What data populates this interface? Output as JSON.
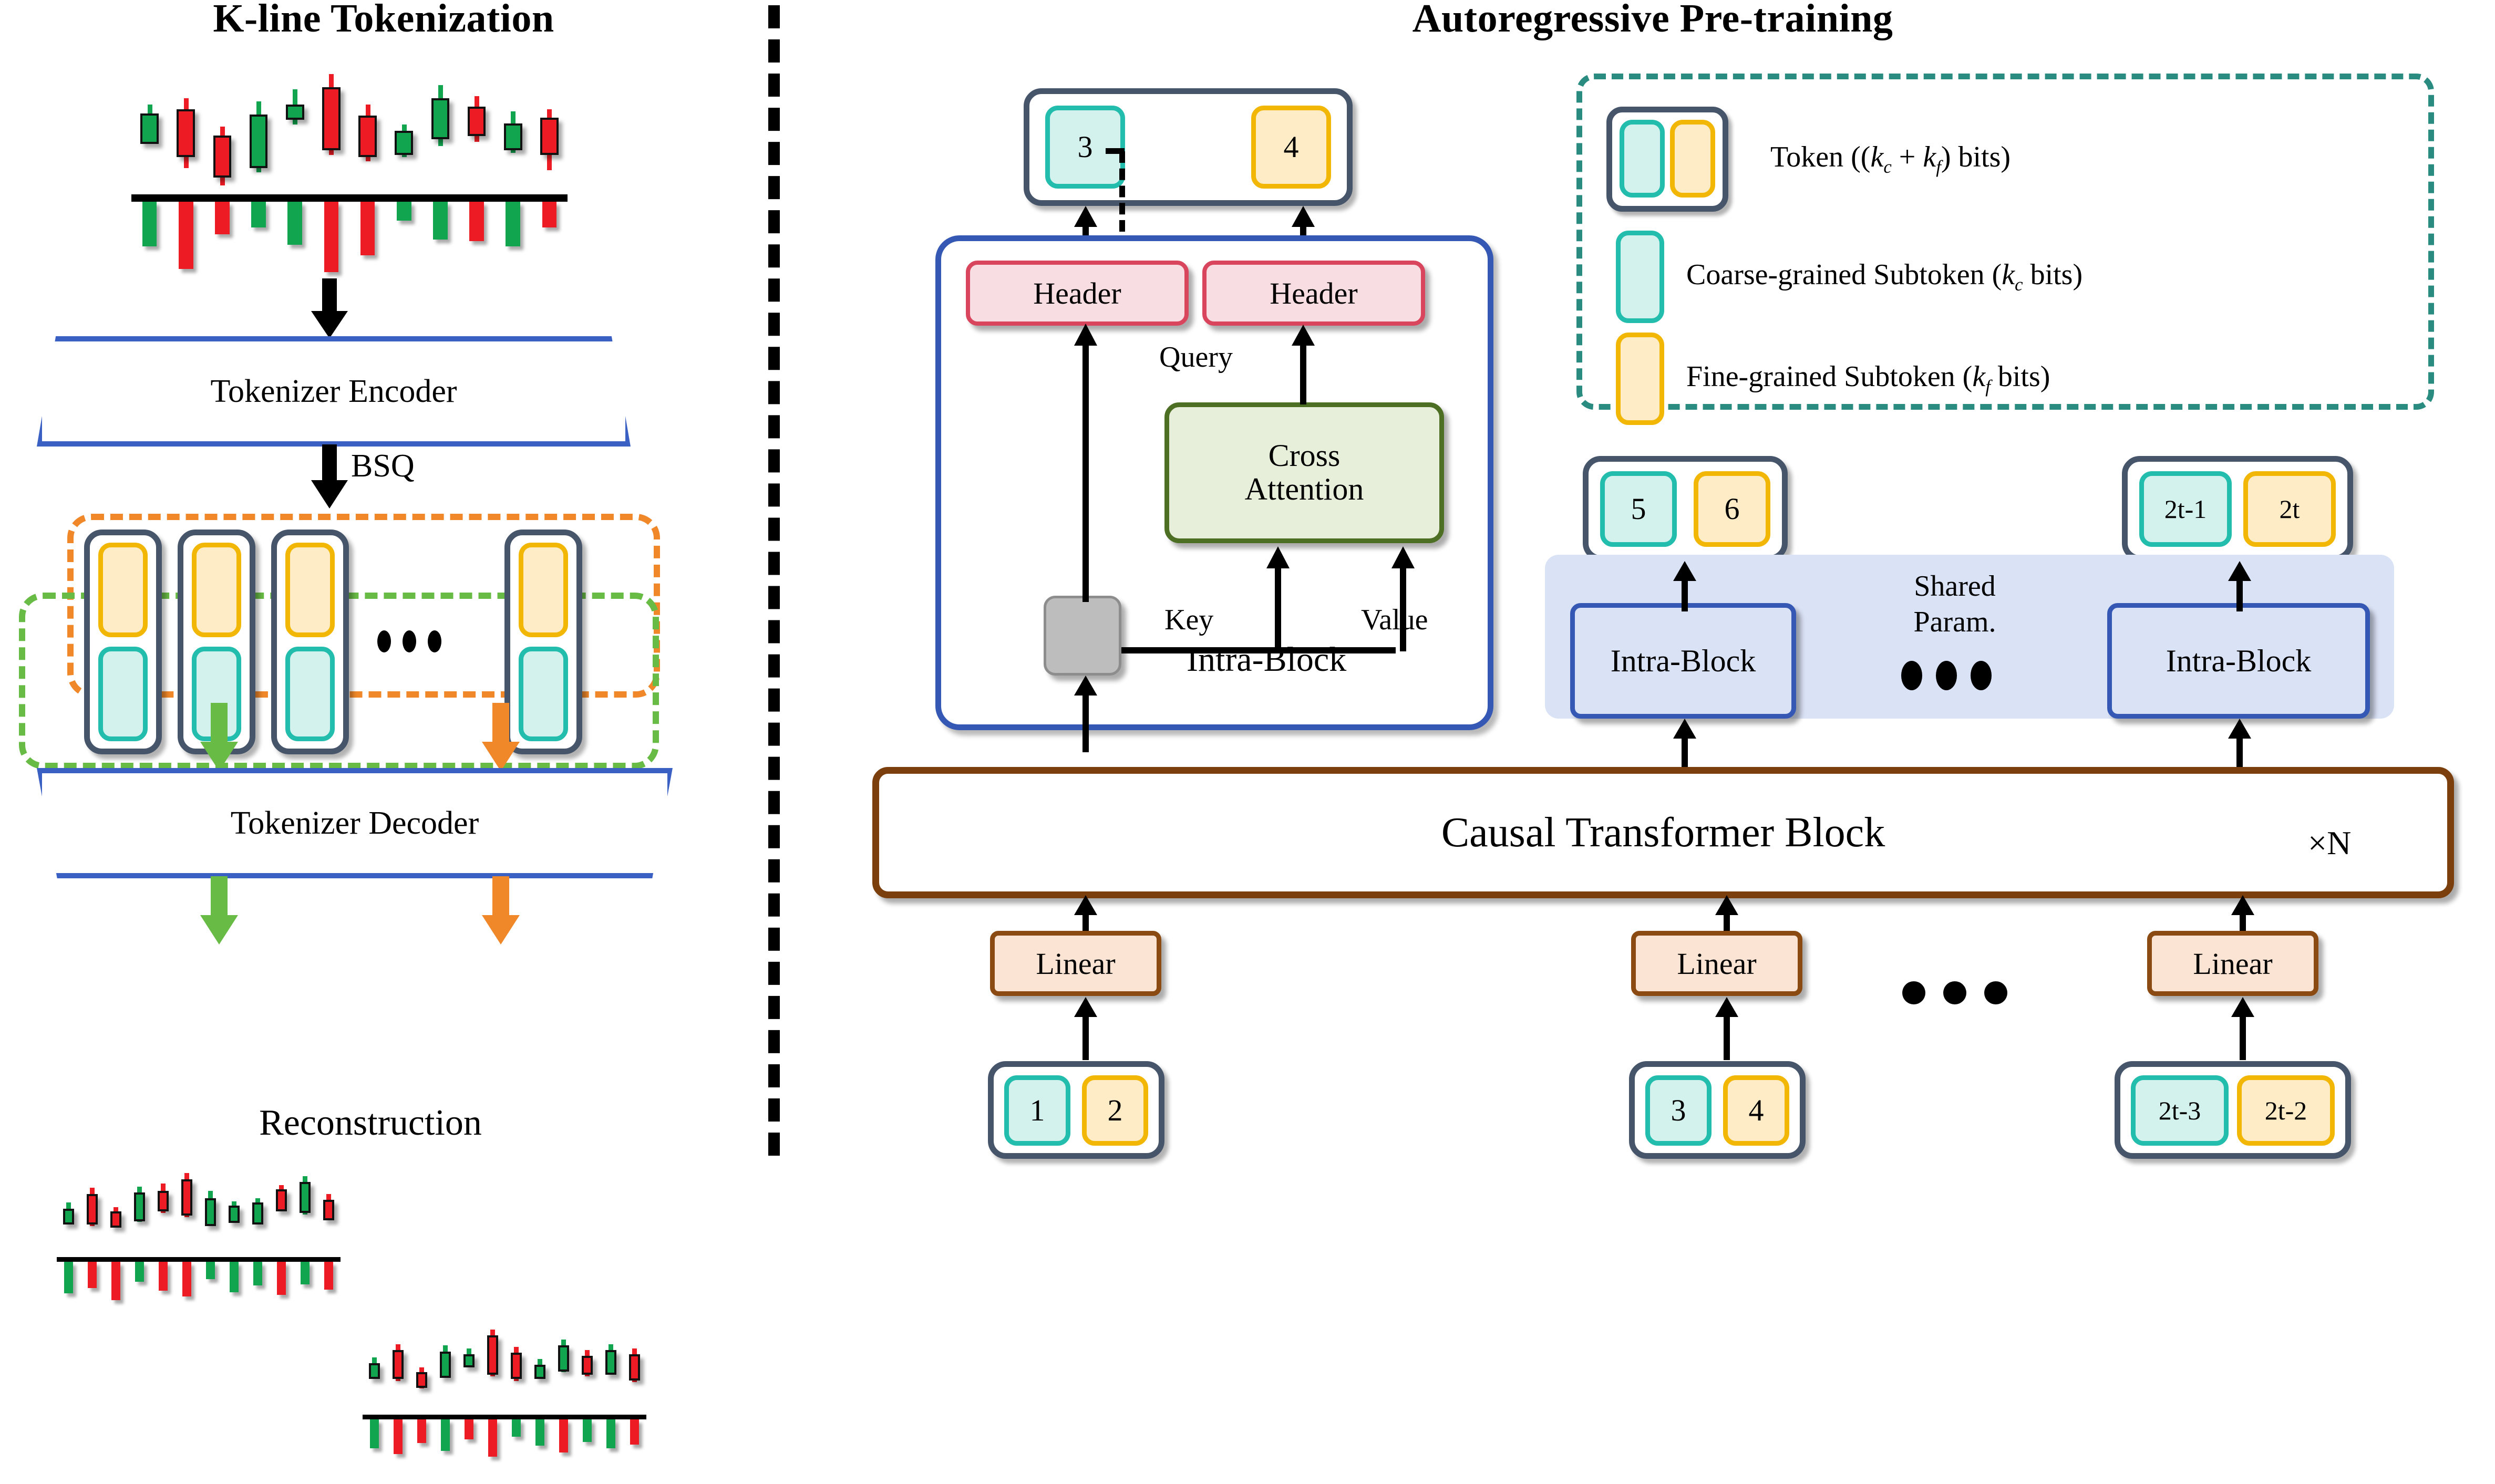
{
  "panels": {
    "left_title": "K-line Tokenization",
    "right_title": "Autoregressive Pre-training"
  },
  "left": {
    "encoder_label": "Tokenizer Encoder",
    "decoder_label": "Tokenizer Decoder",
    "quantizer_label": "BSQ",
    "reconstruction_label": "Reconstruction",
    "token_grid": {
      "visible_columns": 4,
      "ellipsis": "•••",
      "outer_group_color": "#f0882a",
      "inner_group_color": "#68bb45",
      "row_top": "fine-grained",
      "row_bottom": "coarse-grained"
    },
    "chart": {
      "type": "candlestick",
      "series_name": "K-line",
      "up_color": "#12a550",
      "down_color": "#ed1c24",
      "candles": [
        {
          "dir": "up",
          "hi": 38,
          "lo": 74,
          "o": 70,
          "c": 46
        },
        {
          "dir": "dn",
          "hi": 32,
          "lo": 96,
          "o": 42,
          "c": 82
        },
        {
          "dir": "dn",
          "hi": 58,
          "lo": 112,
          "o": 66,
          "c": 101
        },
        {
          "dir": "up",
          "hi": 35,
          "lo": 100,
          "o": 92,
          "c": 47
        },
        {
          "dir": "up",
          "hi": 24,
          "lo": 56,
          "o": 48,
          "c": 38
        },
        {
          "dir": "dn",
          "hi": 10,
          "lo": 84,
          "o": 22,
          "c": 76
        },
        {
          "dir": "dn",
          "hi": 38,
          "lo": 90,
          "o": 48,
          "c": 82
        },
        {
          "dir": "up",
          "hi": 56,
          "lo": 86,
          "o": 80,
          "c": 62
        },
        {
          "dir": "up",
          "hi": 20,
          "lo": 76,
          "o": 66,
          "c": 32
        },
        {
          "dir": "dn",
          "hi": 30,
          "lo": 72,
          "o": 40,
          "c": 63
        },
        {
          "dir": "up",
          "hi": 44,
          "lo": 82,
          "o": 76,
          "c": 55
        },
        {
          "dir": "dn",
          "hi": 42,
          "lo": 98,
          "o": 50,
          "c": 80
        }
      ],
      "volumes": [
        {
          "dir": "up",
          "h": 52
        },
        {
          "dir": "dn",
          "h": 78
        },
        {
          "dir": "dn",
          "h": 38
        },
        {
          "dir": "up",
          "h": 30
        },
        {
          "dir": "up",
          "h": 50
        },
        {
          "dir": "dn",
          "h": 82
        },
        {
          "dir": "dn",
          "h": 62
        },
        {
          "dir": "up",
          "h": 22
        },
        {
          "dir": "up",
          "h": 44
        },
        {
          "dir": "dn",
          "h": 46
        },
        {
          "dir": "up",
          "h": 52
        },
        {
          "dir": "dn",
          "h": 30
        }
      ]
    },
    "recon_left": {
      "candles": [
        {
          "dir": "up",
          "hi": 46,
          "lo": 74,
          "o": 70,
          "c": 54
        },
        {
          "dir": "dn",
          "hi": 26,
          "lo": 78,
          "o": 34,
          "c": 70
        },
        {
          "dir": "dn",
          "hi": 52,
          "lo": 80,
          "o": 58,
          "c": 74
        },
        {
          "dir": "up",
          "hi": 24,
          "lo": 72,
          "o": 66,
          "c": 32
        },
        {
          "dir": "dn",
          "hi": 20,
          "lo": 60,
          "o": 30,
          "c": 52
        },
        {
          "dir": "dn",
          "hi": 6,
          "lo": 66,
          "o": 14,
          "c": 58
        },
        {
          "dir": "up",
          "hi": 30,
          "lo": 78,
          "o": 72,
          "c": 40
        },
        {
          "dir": "up",
          "hi": 44,
          "lo": 72,
          "o": 68,
          "c": 50
        },
        {
          "dir": "up",
          "hi": 40,
          "lo": 76,
          "o": 70,
          "c": 46
        },
        {
          "dir": "dn",
          "hi": 22,
          "lo": 58,
          "o": 28,
          "c": 52
        },
        {
          "dir": "up",
          "hi": 10,
          "lo": 62,
          "o": 54,
          "c": 18
        },
        {
          "dir": "dn",
          "hi": 34,
          "lo": 70,
          "o": 42,
          "c": 64
        }
      ],
      "volumes": [
        {
          "dir": "up",
          "h": 48
        },
        {
          "dir": "dn",
          "h": 40
        },
        {
          "dir": "dn",
          "h": 58
        },
        {
          "dir": "up",
          "h": 30
        },
        {
          "dir": "dn",
          "h": 44
        },
        {
          "dir": "dn",
          "h": 52
        },
        {
          "dir": "up",
          "h": 26
        },
        {
          "dir": "up",
          "h": 46
        },
        {
          "dir": "up",
          "h": 36
        },
        {
          "dir": "dn",
          "h": 50
        },
        {
          "dir": "up",
          "h": 34
        },
        {
          "dir": "dn",
          "h": 42
        }
      ]
    },
    "recon_right": {
      "candles": [
        {
          "dir": "up",
          "hi": 42,
          "lo": 70,
          "o": 66,
          "c": 50
        },
        {
          "dir": "dn",
          "hi": 24,
          "lo": 74,
          "o": 32,
          "c": 66
        },
        {
          "dir": "dn",
          "hi": 56,
          "lo": 84,
          "o": 62,
          "c": 78
        },
        {
          "dir": "up",
          "hi": 26,
          "lo": 70,
          "o": 64,
          "c": 34
        },
        {
          "dir": "up",
          "hi": 30,
          "lo": 56,
          "o": 50,
          "c": 38
        },
        {
          "dir": "dn",
          "hi": 4,
          "lo": 68,
          "o": 12,
          "c": 60
        },
        {
          "dir": "dn",
          "hi": 28,
          "lo": 74,
          "o": 36,
          "c": 66
        },
        {
          "dir": "up",
          "hi": 44,
          "lo": 70,
          "o": 66,
          "c": 52
        },
        {
          "dir": "up",
          "hi": 18,
          "lo": 62,
          "o": 56,
          "c": 26
        },
        {
          "dir": "dn",
          "hi": 32,
          "lo": 68,
          "o": 40,
          "c": 60
        },
        {
          "dir": "up",
          "hi": 24,
          "lo": 66,
          "o": 60,
          "c": 32
        },
        {
          "dir": "dn",
          "hi": 30,
          "lo": 76,
          "o": 38,
          "c": 68
        }
      ],
      "volumes": [
        {
          "dir": "up",
          "h": 44
        },
        {
          "dir": "dn",
          "h": 52
        },
        {
          "dir": "dn",
          "h": 36
        },
        {
          "dir": "up",
          "h": 48
        },
        {
          "dir": "dn",
          "h": 30
        },
        {
          "dir": "dn",
          "h": 56
        },
        {
          "dir": "up",
          "h": 26
        },
        {
          "dir": "up",
          "h": 40
        },
        {
          "dir": "dn",
          "h": 50
        },
        {
          "dir": "up",
          "h": 34
        },
        {
          "dir": "up",
          "h": 44
        },
        {
          "dir": "dn",
          "h": 38
        }
      ]
    }
  },
  "right": {
    "output_token": {
      "coarse": "3",
      "fine": "4"
    },
    "intra_block_detail": {
      "header_left": "Header",
      "header_right": "Header",
      "cross_attention": "Cross\nAttention",
      "cross_attention_line1": "Cross",
      "cross_attention_line2": "Attention",
      "query_label": "Query",
      "key_label": "Key",
      "value_label": "Value",
      "block_label": "Intra-Block"
    },
    "shared_row": {
      "label_line1": "Shared",
      "label_line2": "Param.",
      "ellipsis": "•••",
      "blocks": [
        {
          "name": "Intra-Block",
          "output": {
            "coarse": "5",
            "fine": "6"
          }
        },
        {
          "name": "Intra-Block",
          "output": {
            "coarse": "2t-1",
            "fine": "2t"
          }
        }
      ]
    },
    "transformer": {
      "label": "Causal Transformer Block",
      "repeat": "×N"
    },
    "linear_label": "Linear",
    "bottom_ellipsis": "•••",
    "input_tokens": [
      {
        "coarse": "1",
        "fine": "2"
      },
      {
        "coarse": "3",
        "fine": "4"
      },
      {
        "coarse": "2t-3",
        "fine": "2t-2"
      }
    ],
    "legend": {
      "items": [
        {
          "kind": "token",
          "text_prefix": "Token ((",
          "text_suffix": ") bits)",
          "vars": [
            "k_c",
            "k_f"
          ]
        },
        {
          "kind": "coarse",
          "text_prefix": "Coarse-grained Subtoken (",
          "text_suffix": " bits)",
          "vars": [
            "k_c"
          ]
        },
        {
          "kind": "fine",
          "text_prefix": "Fine-grained Subtoken (",
          "text_suffix": " bits)",
          "vars": [
            "k_f"
          ]
        }
      ]
    }
  },
  "colors": {
    "coarse_fill": "#d3f1ed",
    "coarse_border": "#23bdad",
    "fine_fill": "#fdecc6",
    "fine_border": "#f2b705",
    "token_border": "#47556b",
    "header_fill": "#f8dde2",
    "header_border": "#d9455c",
    "cross_fill": "#e7efda",
    "cross_border": "#4d6f24",
    "intra_fill": "#dae2f5",
    "intra_border": "#3558b4",
    "linear_fill": "#fbe4d3",
    "linear_border": "#8a4a12",
    "transformer_border": "#7a3f0d",
    "trapezoid_border": "#3b60c4",
    "legend_dash": "#2a8c80",
    "group_outer": "#f0882a",
    "group_inner": "#68bb45",
    "gray_block": "#bdbdbd"
  }
}
